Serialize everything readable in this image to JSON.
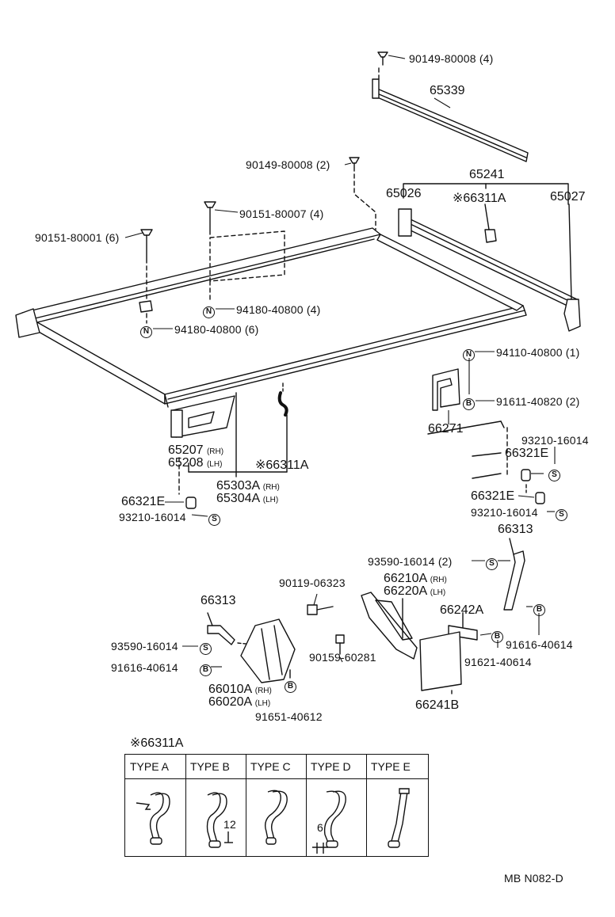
{
  "parts": {
    "screw_top": "90149-80008 (4)",
    "rail_top": "65339",
    "screw_mid": "90149-80008 (2)",
    "bracket_set": "65241",
    "bracket_left": "65026",
    "hook_top": "※66311A",
    "bracket_right": "65027",
    "bolt_long": "90151-80007 (4)",
    "bolt_short": "90151-80001 (6)",
    "nut_4": "94180-40800 (4)",
    "nut_6": "94180-40800 (6)",
    "nut_right": "94110-40800 (1)",
    "clip_right": "91611-40820 (2)",
    "bracket_box": "66271",
    "corner_rh": "65207",
    "corner_lh": "65208",
    "hook_bottom": "※66311A",
    "frame_rh": "65303A",
    "frame_lh": "65304A",
    "pad_left": "66321E",
    "screw_left": "93210-16014",
    "screw_right_a": "93210-16014",
    "pad_right_a": "66321E",
    "pad_right_b": "66321E",
    "screw_right_b": "93210-16014",
    "stay_right": "66313",
    "screw_stay_right": "93590-16014 (2)",
    "bolt_small": "90119-06323",
    "hinge_rh": "66210A",
    "hinge_lh": "66220A",
    "plate_small": "66242A",
    "clip_616": "91616-40614",
    "bolt_281": "90159-60281",
    "clip_621": "91621-40614",
    "plate_big": "66241B",
    "stay_left": "66313",
    "screw_stay_left": "93590-16014",
    "clip_left": "91616-40614",
    "guard_rh": "66010A",
    "guard_lh": "66020A",
    "clip_612": "91651-40612"
  },
  "side_tags": {
    "rh": "(RH)",
    "lh": "(LH)"
  },
  "symbols": {
    "nut": "N",
    "bolt": "B",
    "screw": "S"
  },
  "legend": {
    "title": "※66311A",
    "types": [
      "TYPE A",
      "TYPE B",
      "TYPE C",
      "TYPE D",
      "TYPE E"
    ],
    "dim_b": "12",
    "dim_d": "6"
  },
  "footer_code": "MB N082-D"
}
